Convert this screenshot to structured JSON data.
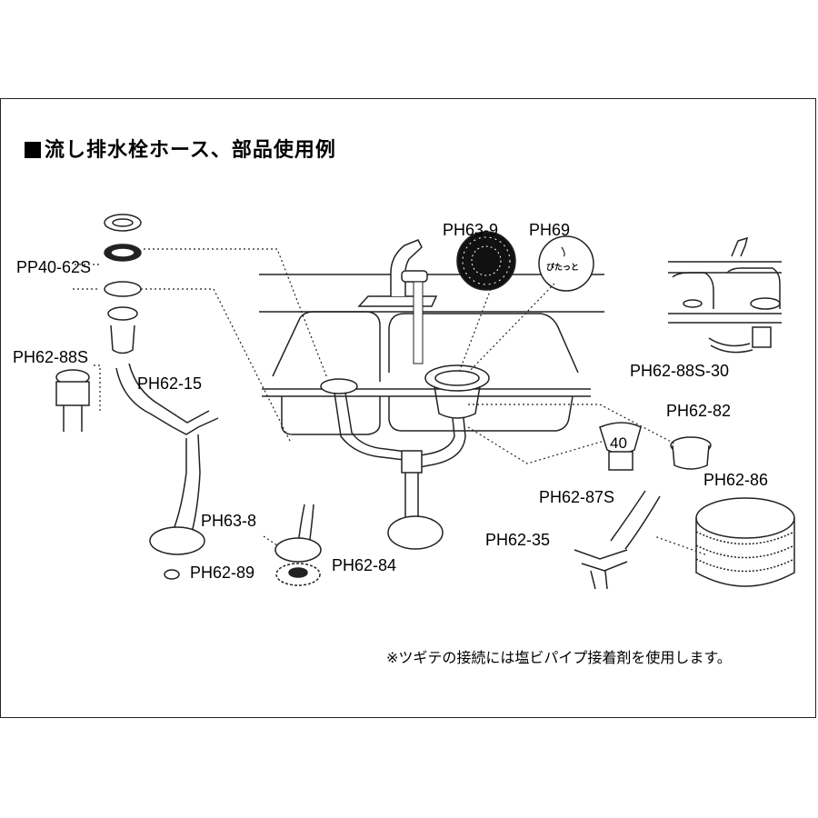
{
  "title": "流し排水栓ホース、部品使用例",
  "labels": {
    "pp40_62s": "PP40-62S",
    "ph62_88s": "PH62-88S",
    "ph62_15": "PH62-15",
    "ph63_9": "PH63-9",
    "ph69": "PH69",
    "ph62_88s_30": "PH62-88S-30",
    "ph62_82": "PH62-82",
    "ph62_87s": "PH62-87S",
    "ph62_86": "PH62-86",
    "ph62_35": "PH62-35",
    "ph63_8": "PH63-8",
    "ph62_89": "PH62-89",
    "ph62_84": "PH62-84"
  },
  "stamps": {
    "ph69_stamp": "ぴたっと",
    "size_40": "40"
  },
  "note": "※ツギテの接続には塩ビパイプ接着剤を使用します。"
}
